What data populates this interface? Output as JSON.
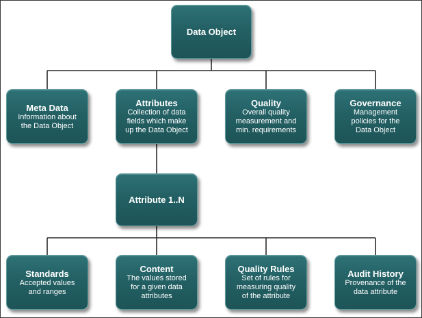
{
  "diagram": {
    "root": {
      "title": "Data Object"
    },
    "level1": [
      {
        "title": "Meta Data",
        "desc": [
          "Information about",
          "the Data Object"
        ]
      },
      {
        "title": "Attributes",
        "desc": [
          "Collection of data",
          "fields which make",
          "up the Data Object"
        ]
      },
      {
        "title": "Quality",
        "desc": [
          "Overall quality",
          "measurement and",
          "min. requirements"
        ]
      },
      {
        "title": "Governance",
        "desc": [
          "Management",
          "policies for the",
          "Data Object"
        ]
      }
    ],
    "middle": {
      "title": "Attribute 1..N"
    },
    "level2": [
      {
        "title": "Standards",
        "desc": [
          "Accepted values",
          "and ranges"
        ]
      },
      {
        "title": "Content",
        "desc": [
          "The values stored",
          "for a given data",
          "attributes"
        ]
      },
      {
        "title": "Quality Rules",
        "desc": [
          "Set of rules for",
          "measuring quality",
          "of the attribute"
        ]
      },
      {
        "title": "Audit History",
        "desc": [
          "Provenance of the",
          "data attribute"
        ]
      }
    ]
  }
}
